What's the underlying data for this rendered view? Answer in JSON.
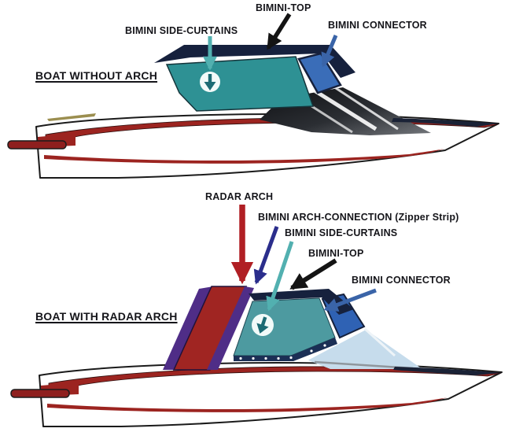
{
  "diagram": {
    "background": "#ffffff",
    "boat_without_arch": {
      "caption": "BOAT WITHOUT ARCH",
      "labels": {
        "bimini_top": "BIMINI-TOP",
        "side_curtains": "BIMINI SIDE-CURTAINS",
        "connector": "BIMINI CONNECTOR"
      }
    },
    "boat_with_radar_arch": {
      "caption": "BOAT WITH RADAR ARCH",
      "labels": {
        "radar_arch": "RADAR ARCH",
        "arch_connection": "BIMINI ARCH-CONNECTION (Zipper Strip)",
        "side_curtains": "BIMINI SIDE-CURTAINS",
        "bimini_top": "BIMINI-TOP",
        "connector": "BIMINI CONNECTOR"
      }
    },
    "colors": {
      "hull_stripe_red": "#9c2420",
      "swim_platform_red": "#8e1f1e",
      "radar_arch_red": "#a02522",
      "zipper_strip_purple": "#4f2d87",
      "canvas_teal_boat1": "#2e9194",
      "canvas_teal_boat2": "#4d9aa0",
      "bimini_top_navy": "#16213d",
      "connector_blue_boat1": "#3a6db8",
      "connector_blue_boat2": "#2f62b4",
      "logo_teal": "#1c6b74",
      "annotation_black": "#141414",
      "annotation_teal": "#52b0b0",
      "annotation_blue": "#3a64a8",
      "annotation_red": "#b01f24",
      "annotation_navy": "#2b2e8c"
    }
  }
}
